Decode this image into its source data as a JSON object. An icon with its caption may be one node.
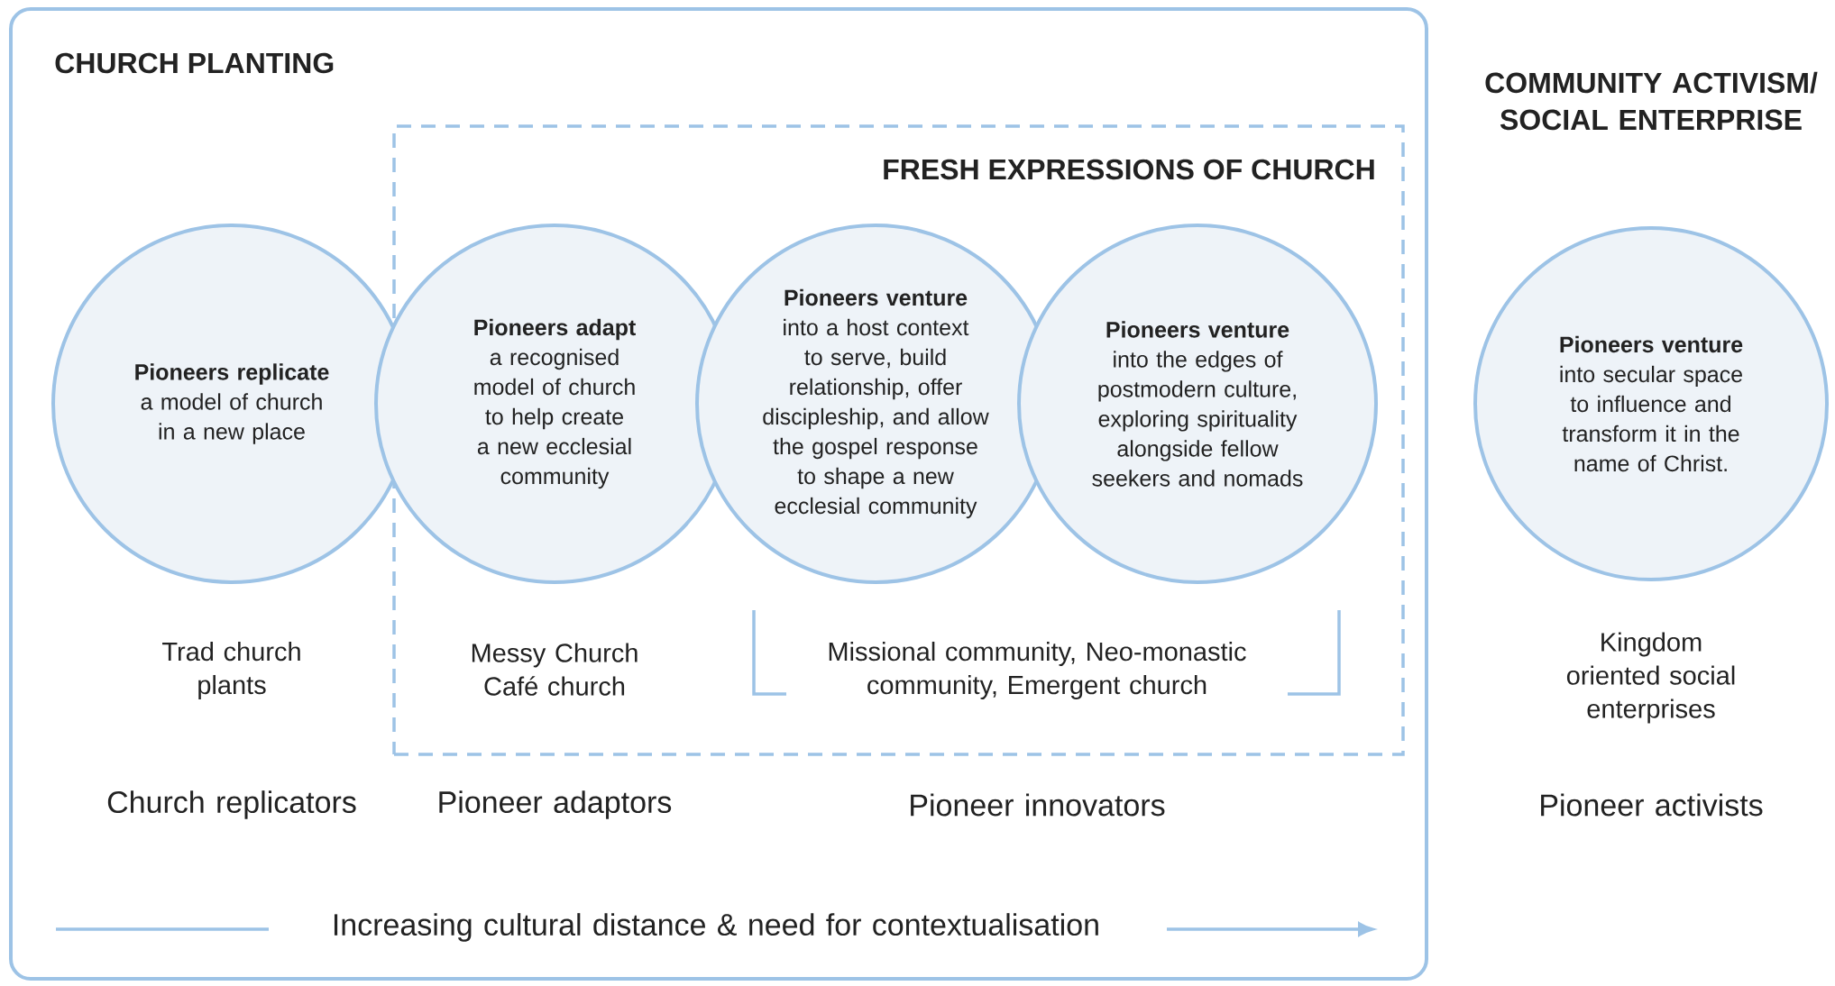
{
  "diagram": {
    "nodes": [
      {
        "text": [
          "CHURCH PLANTING"
        ]
      },
      {
        "text": [
          "FRESH EXPRESSIONS OF CHURCH"
        ],
        "in": 0
      },
      {
        "text": [
          "Pioneers replicate",
          "a model of church in a new place"
        ],
        "in": 0
      },
      {
        "text": [
          "Pioneers adapt",
          "a recognised model of church to help create a new ecclesial community"
        ],
        "in": 1
      },
      {
        "text": [
          "Pioneers venture",
          "into a host context to serve, build relationship, offer discipleship, and allow the gospel response to shape a new ecclesial community"
        ],
        "in": 1
      },
      {
        "text": [
          "Pioneers venture",
          "into the edges of postmodern culture, exploring spirituality alongside fellow seekers and nomads"
        ],
        "in": 1
      },
      {
        "text": [
          "Pioneers venture",
          "into secular space to influence and transform it in the name of Christ."
        ]
      }
    ],
    "labels": [
      "COMMUNITY ACTIVISM/ SOCIAL ENTERPRISE",
      "Trad church plants",
      "Messy Church",
      "Café church",
      "Missional community, Neo-monastic community, Emergent church",
      "Kingdom oriented social enterprises",
      "Church replicators",
      "Pioneer adaptors",
      "Pioneer innovators",
      "Pioneer activists",
      "Increasing cultural distance & need for contextualisation"
    ]
  }
}
